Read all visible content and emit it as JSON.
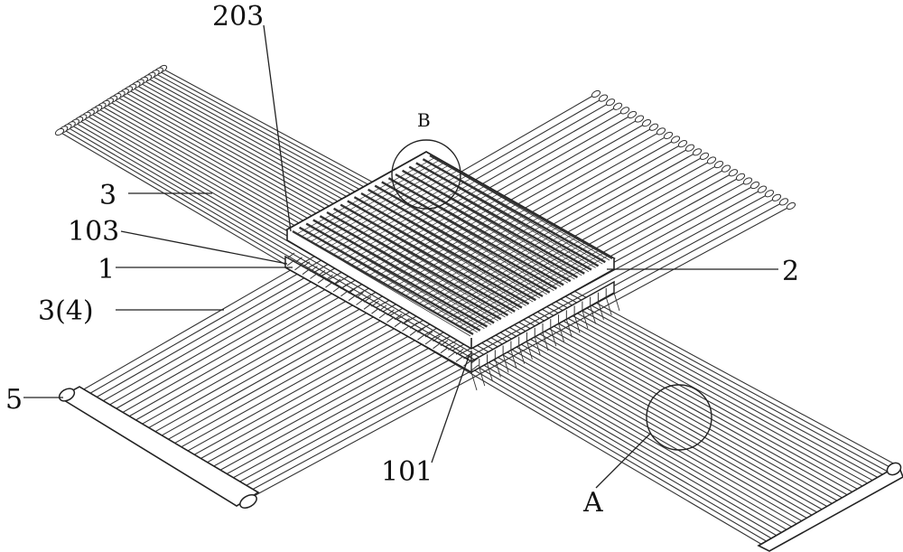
{
  "labels": {
    "l203": "203",
    "lB": "B",
    "l3": "3",
    "l103": "103",
    "l1": "1",
    "l2": "2",
    "l34": "3(4)",
    "l5": "5",
    "l101": "101",
    "lA": "A"
  },
  "colors": {
    "ink": "#1a1a1a",
    "line": "#333333",
    "fill": "#ffffff"
  }
}
